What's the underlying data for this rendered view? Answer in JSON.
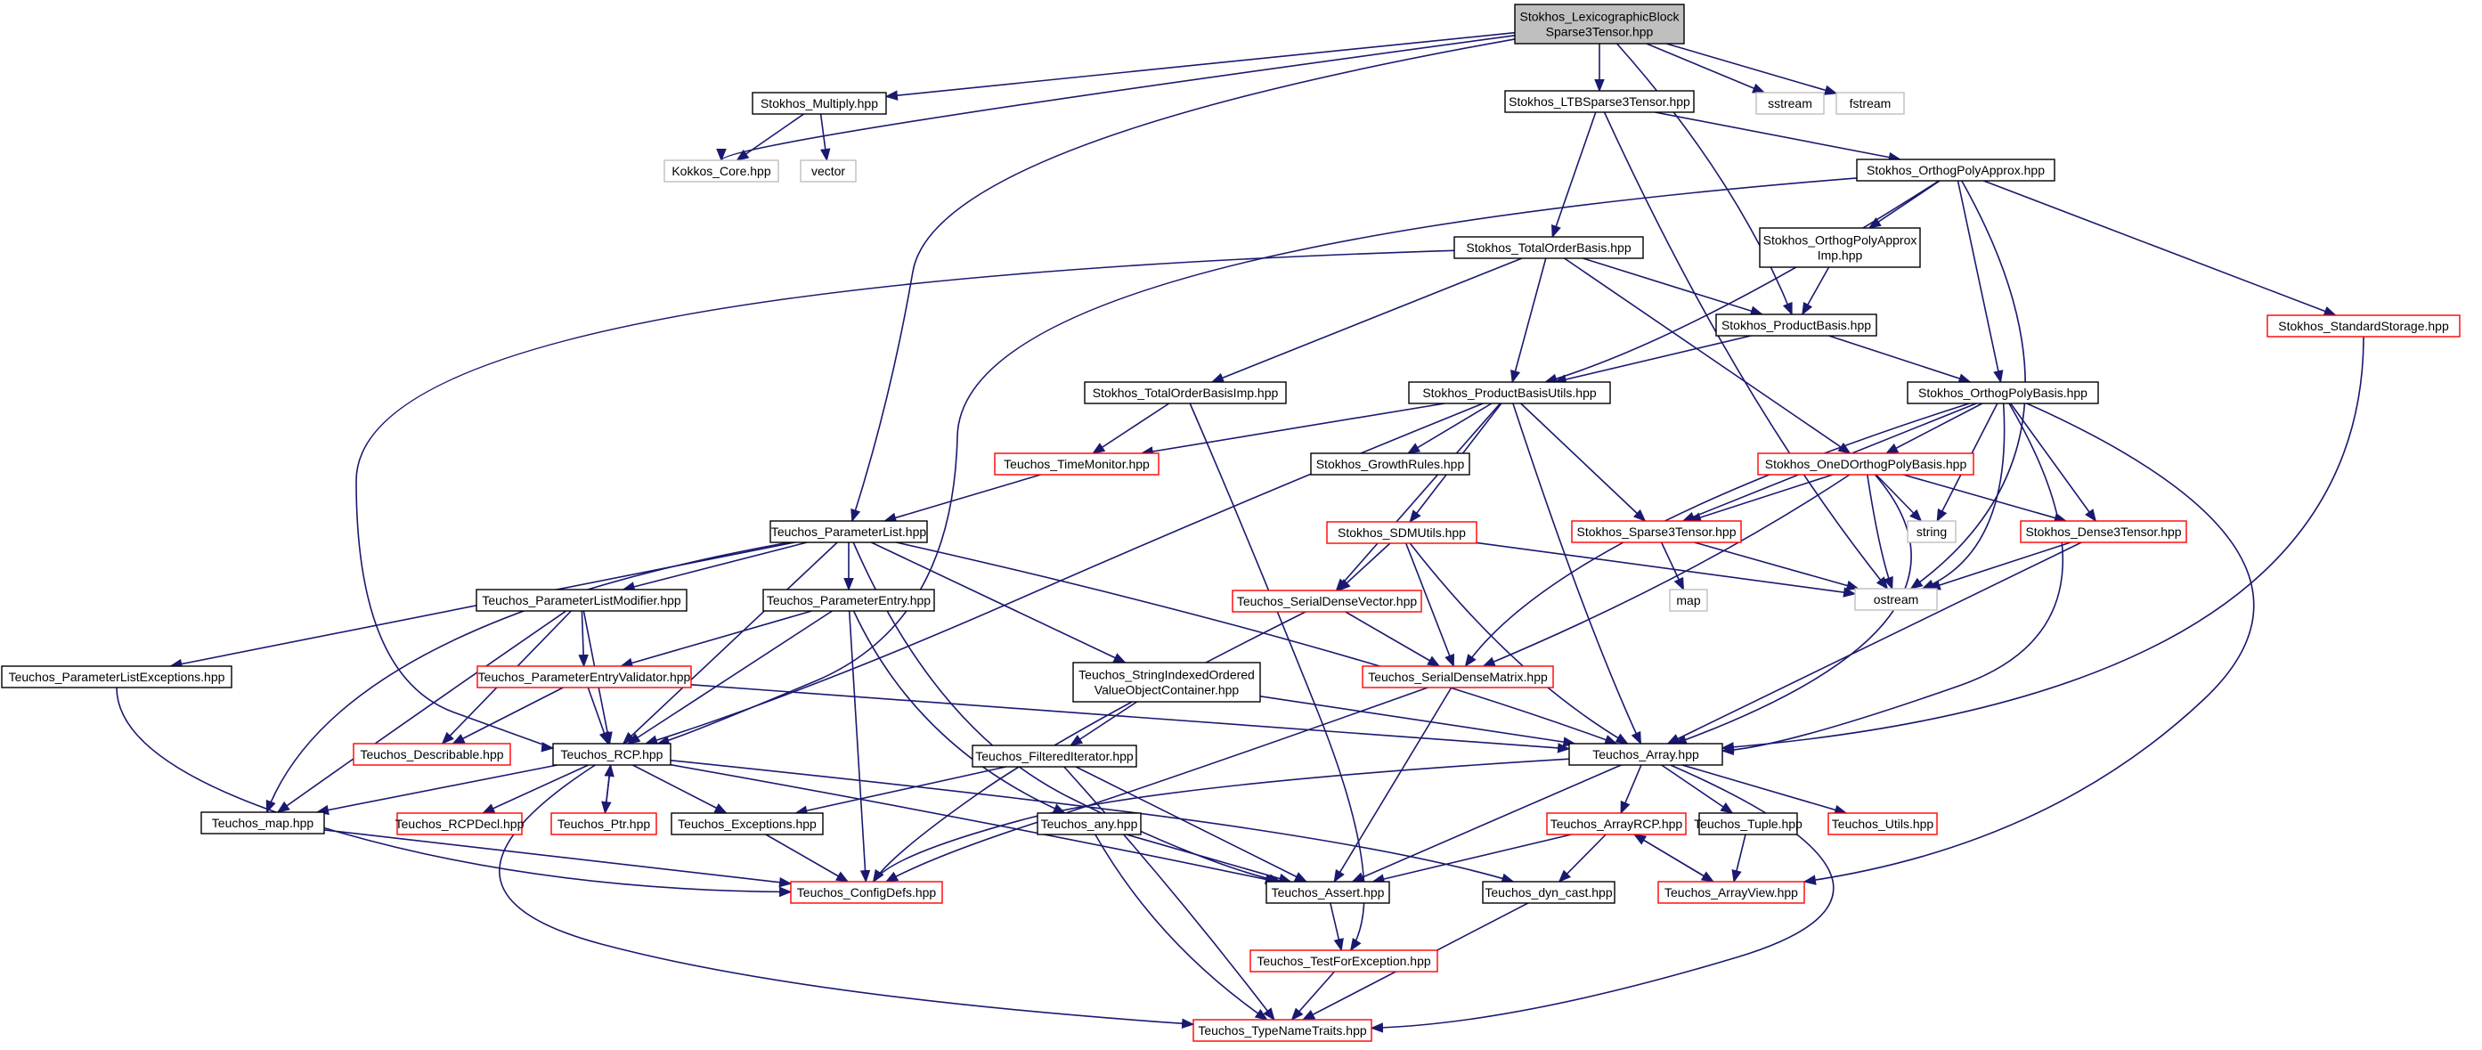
{
  "colors": {
    "edge": "#191970",
    "root_fill": "#bfbfbf",
    "root_border": "#000000",
    "normal_border": "#000000",
    "external_border": "#bfbfbf",
    "incomplete_border": "#ff0000",
    "text": "#000000",
    "background": "#ffffff"
  },
  "graph": {
    "nodes": [
      {
        "id": "root",
        "lines": [
          "Stokhos_LexicographicBlock",
          "Sparse3Tensor.hpp"
        ],
        "style": "root"
      },
      {
        "id": "multiply",
        "lines": [
          "Stokhos_Multiply.hpp"
        ],
        "style": "normal"
      },
      {
        "id": "ltb",
        "lines": [
          "Stokhos_LTBSparse3Tensor.hpp"
        ],
        "style": "normal"
      },
      {
        "id": "sstream",
        "lines": [
          "sstream"
        ],
        "style": "external"
      },
      {
        "id": "fstream",
        "lines": [
          "fstream"
        ],
        "style": "external"
      },
      {
        "id": "kokkos",
        "lines": [
          "Kokkos_Core.hpp"
        ],
        "style": "external"
      },
      {
        "id": "vector",
        "lines": [
          "vector"
        ],
        "style": "external"
      },
      {
        "id": "orthopolyapprox",
        "lines": [
          "Stokhos_OrthogPolyApprox.hpp"
        ],
        "style": "normal"
      },
      {
        "id": "totalorder",
        "lines": [
          "Stokhos_TotalOrderBasis.hpp"
        ],
        "style": "normal"
      },
      {
        "id": "orthoapproximp",
        "lines": [
          "Stokhos_OrthogPolyApprox",
          "Imp.hpp"
        ],
        "style": "normal"
      },
      {
        "id": "standardstorage",
        "lines": [
          "Stokhos_StandardStorage.hpp"
        ],
        "style": "incomplete"
      },
      {
        "id": "productbasis",
        "lines": [
          "Stokhos_ProductBasis.hpp"
        ],
        "style": "normal"
      },
      {
        "id": "totalorderimp",
        "lines": [
          "Stokhos_TotalOrderBasisImp.hpp"
        ],
        "style": "normal"
      },
      {
        "id": "productbasisutils",
        "lines": [
          "Stokhos_ProductBasisUtils.hpp"
        ],
        "style": "normal"
      },
      {
        "id": "orthopolybasis",
        "lines": [
          "Stokhos_OrthogPolyBasis.hpp"
        ],
        "style": "normal"
      },
      {
        "id": "timemonitor",
        "lines": [
          "Teuchos_TimeMonitor.hpp"
        ],
        "style": "incomplete"
      },
      {
        "id": "growthrules",
        "lines": [
          "Stokhos_GrowthRules.hpp"
        ],
        "style": "normal"
      },
      {
        "id": "onedortho",
        "lines": [
          "Stokhos_OneDOrthogPolyBasis.hpp"
        ],
        "style": "incomplete"
      },
      {
        "id": "paramlist",
        "lines": [
          "Teuchos_ParameterList.hpp"
        ],
        "style": "normal"
      },
      {
        "id": "sdmutils",
        "lines": [
          "Stokhos_SDMUtils.hpp"
        ],
        "style": "incomplete"
      },
      {
        "id": "sparse3",
        "lines": [
          "Stokhos_Sparse3Tensor.hpp"
        ],
        "style": "incomplete"
      },
      {
        "id": "string",
        "lines": [
          "string"
        ],
        "style": "external"
      },
      {
        "id": "dense3",
        "lines": [
          "Stokhos_Dense3Tensor.hpp"
        ],
        "style": "incomplete"
      },
      {
        "id": "plmodifier",
        "lines": [
          "Teuchos_ParameterListModifier.hpp"
        ],
        "style": "normal"
      },
      {
        "id": "paramentry",
        "lines": [
          "Teuchos_ParameterEntry.hpp"
        ],
        "style": "normal"
      },
      {
        "id": "sdvector",
        "lines": [
          "Teuchos_SerialDenseVector.hpp"
        ],
        "style": "incomplete"
      },
      {
        "id": "map",
        "lines": [
          "map"
        ],
        "style": "external"
      },
      {
        "id": "ostream",
        "lines": [
          "ostream"
        ],
        "style": "external"
      },
      {
        "id": "plexceptions",
        "lines": [
          "Teuchos_ParameterListExceptions.hpp"
        ],
        "style": "normal"
      },
      {
        "id": "pevalidator",
        "lines": [
          "Teuchos_ParameterEntryValidator.hpp"
        ],
        "style": "incomplete"
      },
      {
        "id": "stringindexed",
        "lines": [
          "Teuchos_StringIndexedOrdered",
          "ValueObjectContainer.hpp"
        ],
        "style": "normal"
      },
      {
        "id": "sdmatrix",
        "lines": [
          "Teuchos_SerialDenseMatrix.hpp"
        ],
        "style": "incomplete"
      },
      {
        "id": "describable",
        "lines": [
          "Teuchos_Describable.hpp"
        ],
        "style": "incomplete"
      },
      {
        "id": "rcp",
        "lines": [
          "Teuchos_RCP.hpp"
        ],
        "style": "normal"
      },
      {
        "id": "filtered",
        "lines": [
          "Teuchos_FilteredIterator.hpp"
        ],
        "style": "normal"
      },
      {
        "id": "array",
        "lines": [
          "Teuchos_Array.hpp"
        ],
        "style": "normal"
      },
      {
        "id": "tmap",
        "lines": [
          "Teuchos_map.hpp"
        ],
        "style": "normal"
      },
      {
        "id": "rcpdecl",
        "lines": [
          "Teuchos_RCPDecl.hpp"
        ],
        "style": "incomplete"
      },
      {
        "id": "ptr",
        "lines": [
          "Teuchos_Ptr.hpp"
        ],
        "style": "incomplete"
      },
      {
        "id": "exceptions",
        "lines": [
          "Teuchos_Exceptions.hpp"
        ],
        "style": "normal"
      },
      {
        "id": "any",
        "lines": [
          "Teuchos_any.hpp"
        ],
        "style": "normal"
      },
      {
        "id": "arrayrcp",
        "lines": [
          "Teuchos_ArrayRCP.hpp"
        ],
        "style": "incomplete"
      },
      {
        "id": "tuple",
        "lines": [
          "Teuchos_Tuple.hpp"
        ],
        "style": "normal"
      },
      {
        "id": "utils",
        "lines": [
          "Teuchos_Utils.hpp"
        ],
        "style": "incomplete"
      },
      {
        "id": "configdefs",
        "lines": [
          "Teuchos_ConfigDefs.hpp"
        ],
        "style": "incomplete"
      },
      {
        "id": "assert",
        "lines": [
          "Teuchos_Assert.hpp"
        ],
        "style": "normal"
      },
      {
        "id": "dyncast",
        "lines": [
          "Teuchos_dyn_cast.hpp"
        ],
        "style": "normal"
      },
      {
        "id": "arrayview",
        "lines": [
          "Teuchos_ArrayView.hpp"
        ],
        "style": "incomplete"
      },
      {
        "id": "testforexc",
        "lines": [
          "Teuchos_TestForException.hpp"
        ],
        "style": "incomplete"
      },
      {
        "id": "typename",
        "lines": [
          "Teuchos_TypeNameTraits.hpp"
        ],
        "style": "incomplete"
      }
    ],
    "edges": [
      [
        "root",
        "multiply"
      ],
      [
        "root",
        "ltb"
      ],
      [
        "root",
        "sstream"
      ],
      [
        "root",
        "fstream"
      ],
      [
        "root",
        "kokkos"
      ],
      [
        "root",
        "paramlist"
      ],
      [
        "root",
        "productbasis"
      ],
      [
        "multiply",
        "kokkos"
      ],
      [
        "multiply",
        "vector"
      ],
      [
        "ltb",
        "orthopolyapprox"
      ],
      [
        "ltb",
        "totalorder"
      ],
      [
        "ltb",
        "ostream"
      ],
      [
        "orthopolyapprox",
        "orthoapproximp"
      ],
      [
        "orthopolyapprox",
        "standardstorage"
      ],
      [
        "orthopolyapprox",
        "orthopolybasis"
      ],
      [
        "orthopolyapprox",
        "productbasisutils"
      ],
      [
        "orthopolyapprox",
        "rcp"
      ],
      [
        "orthopolyapprox",
        "ostream"
      ],
      [
        "orthoapproximp",
        "productbasis"
      ],
      [
        "standardstorage",
        "array"
      ],
      [
        "totalorder",
        "productbasis"
      ],
      [
        "totalorder",
        "totalorderimp"
      ],
      [
        "totalorder",
        "productbasisutils"
      ],
      [
        "totalorder",
        "onedortho"
      ],
      [
        "totalorder",
        "rcp"
      ],
      [
        "productbasis",
        "productbasisutils"
      ],
      [
        "productbasis",
        "orthopolybasis"
      ],
      [
        "totalorderimp",
        "timemonitor"
      ],
      [
        "totalorderimp",
        "testforexc"
      ],
      [
        "productbasisutils",
        "timemonitor"
      ],
      [
        "productbasisutils",
        "growthrules"
      ],
      [
        "productbasisutils",
        "sdmutils"
      ],
      [
        "productbasisutils",
        "sdvector"
      ],
      [
        "productbasisutils",
        "sparse3"
      ],
      [
        "productbasisutils",
        "array"
      ],
      [
        "productbasisutils",
        "rcp"
      ],
      [
        "orthopolybasis",
        "onedortho"
      ],
      [
        "orthopolybasis",
        "sparse3"
      ],
      [
        "orthopolybasis",
        "dense3"
      ],
      [
        "orthopolybasis",
        "string"
      ],
      [
        "orthopolybasis",
        "ostream"
      ],
      [
        "orthopolybasis",
        "sdmatrix"
      ],
      [
        "orthopolybasis",
        "array"
      ],
      [
        "orthopolybasis",
        "arrayview"
      ],
      [
        "timemonitor",
        "paramlist"
      ],
      [
        "onedortho",
        "sparse3"
      ],
      [
        "onedortho",
        "dense3"
      ],
      [
        "onedortho",
        "string"
      ],
      [
        "onedortho",
        "ostream"
      ],
      [
        "onedortho",
        "sdmatrix"
      ],
      [
        "onedortho",
        "array"
      ],
      [
        "sdmutils",
        "sdvector"
      ],
      [
        "sdmutils",
        "sdmatrix"
      ],
      [
        "sdmutils",
        "ostream"
      ],
      [
        "sdmutils",
        "array"
      ],
      [
        "sparse3",
        "map"
      ],
      [
        "sparse3",
        "ostream"
      ],
      [
        "dense3",
        "ostream"
      ],
      [
        "dense3",
        "array"
      ],
      [
        "paramlist",
        "plexceptions"
      ],
      [
        "paramlist",
        "plmodifier"
      ],
      [
        "paramlist",
        "paramentry"
      ],
      [
        "paramlist",
        "stringindexed"
      ],
      [
        "paramlist",
        "tmap"
      ],
      [
        "paramlist",
        "rcp"
      ],
      [
        "paramlist",
        "array"
      ],
      [
        "paramlist",
        "assert"
      ],
      [
        "plmodifier",
        "pevalidator"
      ],
      [
        "plmodifier",
        "describable"
      ],
      [
        "plmodifier",
        "rcp"
      ],
      [
        "plmodifier",
        "tmap"
      ],
      [
        "paramentry",
        "pevalidator"
      ],
      [
        "paramentry",
        "any"
      ],
      [
        "paramentry",
        "rcp"
      ],
      [
        "paramentry",
        "configdefs"
      ],
      [
        "sdvector",
        "sdmatrix"
      ],
      [
        "sdvector",
        "configdefs"
      ],
      [
        "sdmatrix",
        "assert"
      ],
      [
        "sdmatrix",
        "configdefs"
      ],
      [
        "plexceptions",
        "configdefs"
      ],
      [
        "pevalidator",
        "describable"
      ],
      [
        "pevalidator",
        "rcp"
      ],
      [
        "pevalidator",
        "array"
      ],
      [
        "stringindexed",
        "filtered"
      ],
      [
        "stringindexed",
        "array"
      ],
      [
        "filtered",
        "exceptions"
      ],
      [
        "filtered",
        "assert"
      ],
      [
        "filtered",
        "typename"
      ],
      [
        "rcp",
        "tmap"
      ],
      [
        "rcp",
        "rcpdecl"
      ],
      [
        "rcp",
        "ptr"
      ],
      [
        "rcp",
        "exceptions"
      ],
      [
        "rcp",
        "assert"
      ],
      [
        "rcp",
        "dyncast"
      ],
      [
        "rcp",
        "typename"
      ],
      [
        "ptr",
        "rcp"
      ],
      [
        "array",
        "arrayrcp"
      ],
      [
        "array",
        "tuple"
      ],
      [
        "array",
        "utils"
      ],
      [
        "array",
        "assert"
      ],
      [
        "array",
        "configdefs"
      ],
      [
        "array",
        "typename"
      ],
      [
        "arrayrcp",
        "arrayview"
      ],
      [
        "arrayrcp",
        "assert"
      ],
      [
        "arrayrcp",
        "dyncast"
      ],
      [
        "arrayview",
        "arrayrcp"
      ],
      [
        "tuple",
        "arrayview"
      ],
      [
        "tmap",
        "configdefs"
      ],
      [
        "exceptions",
        "configdefs"
      ],
      [
        "any",
        "assert"
      ],
      [
        "any",
        "typename"
      ],
      [
        "assert",
        "testforexc"
      ],
      [
        "dyncast",
        "typename"
      ],
      [
        "testforexc",
        "typename"
      ]
    ]
  }
}
